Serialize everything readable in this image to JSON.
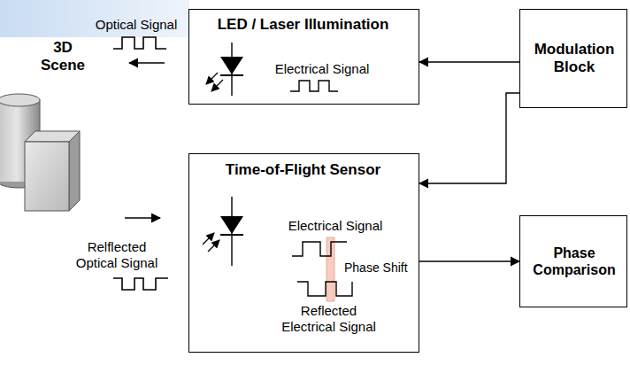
{
  "diagram": {
    "nodes": [
      {
        "text": [
          "LED / Laser Illumination",
          "Electrical Signal"
        ]
      },
      {
        "text": [
          "Modulation Block"
        ]
      },
      {
        "text": [
          "Time-of-Flight Sensor",
          "Electrical Signal",
          "Phase Shift",
          "Reflected Electrical Signal"
        ]
      },
      {
        "text": [
          "Phase Comparison"
        ]
      }
    ],
    "edges": [
      {
        "from": 1,
        "to": 0,
        "arrow": "to"
      },
      {
        "from": 1,
        "to": 2,
        "arrow": "to"
      },
      {
        "from": 2,
        "to": 3,
        "arrow": "to"
      }
    ],
    "labels": [
      "3D Scene",
      "Optical Signal",
      "Relflected Optical Signal"
    ]
  }
}
